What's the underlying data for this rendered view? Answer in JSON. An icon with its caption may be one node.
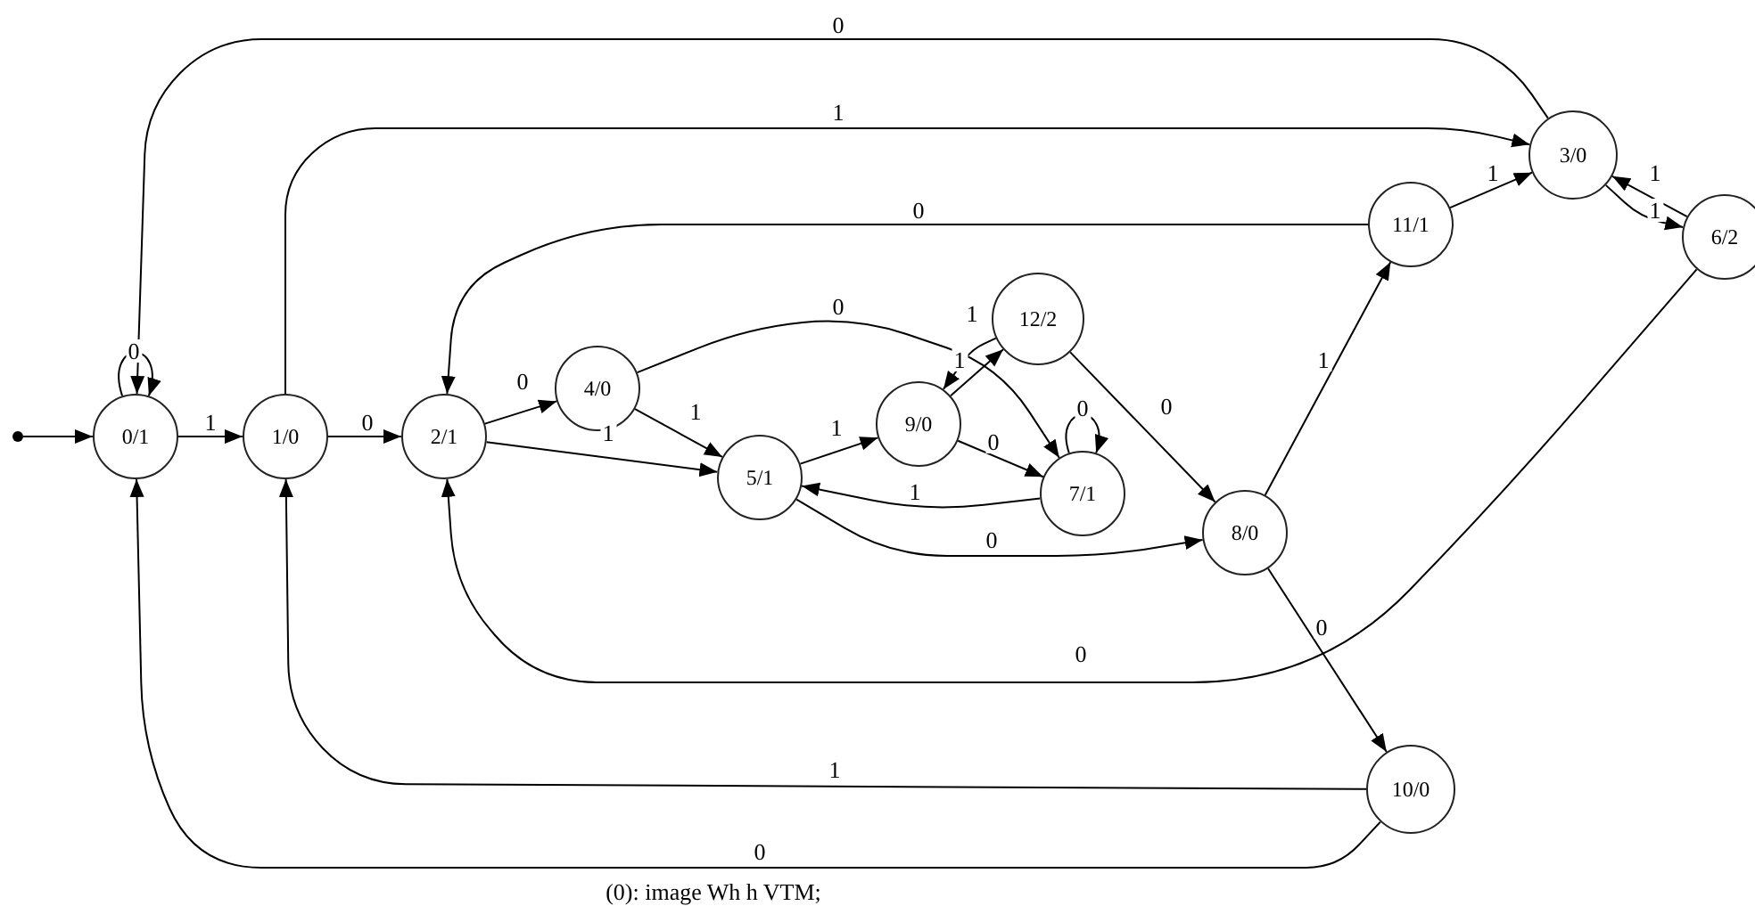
{
  "diagram": {
    "caption": "(0): image Wh h VTM;",
    "nodes": [
      {
        "text": [],
        "shape": "circle"
      },
      {
        "text": [
          "0/1"
        ]
      },
      {
        "text": [
          "1/0"
        ]
      },
      {
        "text": [
          "2/1"
        ]
      },
      {
        "text": [
          "4/0"
        ]
      },
      {
        "text": [
          "5/1"
        ]
      },
      {
        "text": [
          "9/0"
        ]
      },
      {
        "text": [
          "7/1"
        ]
      },
      {
        "text": [
          "12/2"
        ]
      },
      {
        "text": [
          "8/0"
        ]
      },
      {
        "text": [
          "11/1"
        ]
      },
      {
        "text": [
          "3/0"
        ]
      },
      {
        "text": [
          "6/2"
        ]
      },
      {
        "text": [
          "10/0"
        ]
      }
    ],
    "edges": [
      {
        "from": 0,
        "to": 1,
        "arrow": "to"
      },
      {
        "from": 1,
        "to": 1,
        "label": "0",
        "arrow": "to"
      },
      {
        "from": 1,
        "to": 2,
        "label": "1",
        "arrow": "to"
      },
      {
        "from": 2,
        "to": 3,
        "label": "0",
        "arrow": "to"
      },
      {
        "from": 3,
        "to": 4,
        "label": "0",
        "arrow": "to"
      },
      {
        "from": 3,
        "to": 5,
        "label": "1",
        "arrow": "to"
      },
      {
        "from": 4,
        "to": 5,
        "label": "1",
        "arrow": "to"
      },
      {
        "from": 4,
        "to": 7,
        "label": "0",
        "arrow": "to"
      },
      {
        "from": 5,
        "to": 6,
        "label": "1",
        "arrow": "to"
      },
      {
        "from": 8,
        "to": 6,
        "label": "1",
        "arrow": "to"
      },
      {
        "from": 6,
        "to": 8,
        "label": "1",
        "arrow": "to"
      },
      {
        "from": 6,
        "to": 7,
        "label": "0",
        "arrow": "to"
      },
      {
        "from": 7,
        "to": 7,
        "label": "0",
        "arrow": "to"
      },
      {
        "from": 7,
        "to": 5,
        "label": "1",
        "arrow": "to"
      },
      {
        "from": 5,
        "to": 9,
        "label": "0",
        "arrow": "to"
      },
      {
        "from": 8,
        "to": 9,
        "label": "0",
        "arrow": "to"
      },
      {
        "from": 9,
        "to": 10,
        "label": "1",
        "arrow": "to"
      },
      {
        "from": 9,
        "to": 13,
        "label": "0",
        "arrow": "to"
      },
      {
        "from": 10,
        "to": 11,
        "label": "1",
        "arrow": "to"
      },
      {
        "from": 10,
        "to": 3,
        "label": "0",
        "arrow": "to"
      },
      {
        "from": 11,
        "to": 12,
        "label": "1",
        "arrow": "to"
      },
      {
        "from": 12,
        "to": 11,
        "label": "1",
        "arrow": "to"
      },
      {
        "from": 11,
        "to": 1,
        "label": "0",
        "arrow": "to"
      },
      {
        "from": 2,
        "to": 11,
        "label": "1",
        "arrow": "to"
      },
      {
        "from": 12,
        "to": 3,
        "label": "0",
        "arrow": "to"
      },
      {
        "from": 13,
        "to": 2,
        "label": "1",
        "arrow": "to"
      },
      {
        "from": 13,
        "to": 1,
        "label": "0",
        "arrow": "to"
      }
    ]
  }
}
